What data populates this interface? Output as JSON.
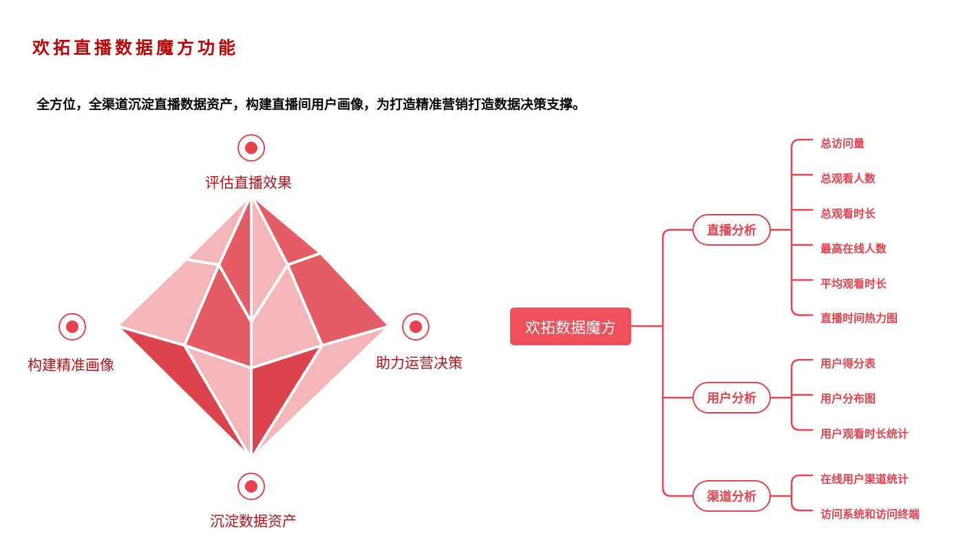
{
  "page": {
    "title": "欢拓直播数据魔方功能",
    "subtitle": "全方位，全渠道沉淀直播数据资产，构建直播间用户画像，为打造精准营销打造数据决策支撑。"
  },
  "diamond": {
    "top_label": "评估直播效果",
    "left_label": "构建精准画像",
    "right_label": "助力运营决策",
    "bottom_label": "沉淀数据资产",
    "colors": {
      "light": "#f4b6b9",
      "medium": "#e45d65",
      "dark": "#dd434d",
      "edge": "#ffffff"
    }
  },
  "mindmap": {
    "root": "欢拓数据魔方",
    "branches": [
      {
        "label": "直播分析",
        "leaves": [
          "总访问量",
          "总观看人数",
          "总观看时长",
          "最高在线人数",
          "平均观看时长",
          "直播时间热力图"
        ]
      },
      {
        "label": "用户分析",
        "leaves": [
          "用户得分表",
          "用户分布图",
          "用户观看时长统计"
        ]
      },
      {
        "label": "渠道分析",
        "leaves": [
          "在线用户渠道统计",
          "访问系统和访问终端"
        ]
      }
    ],
    "colors": {
      "line": "#e8424c",
      "root_fill": "#f0505a"
    }
  }
}
